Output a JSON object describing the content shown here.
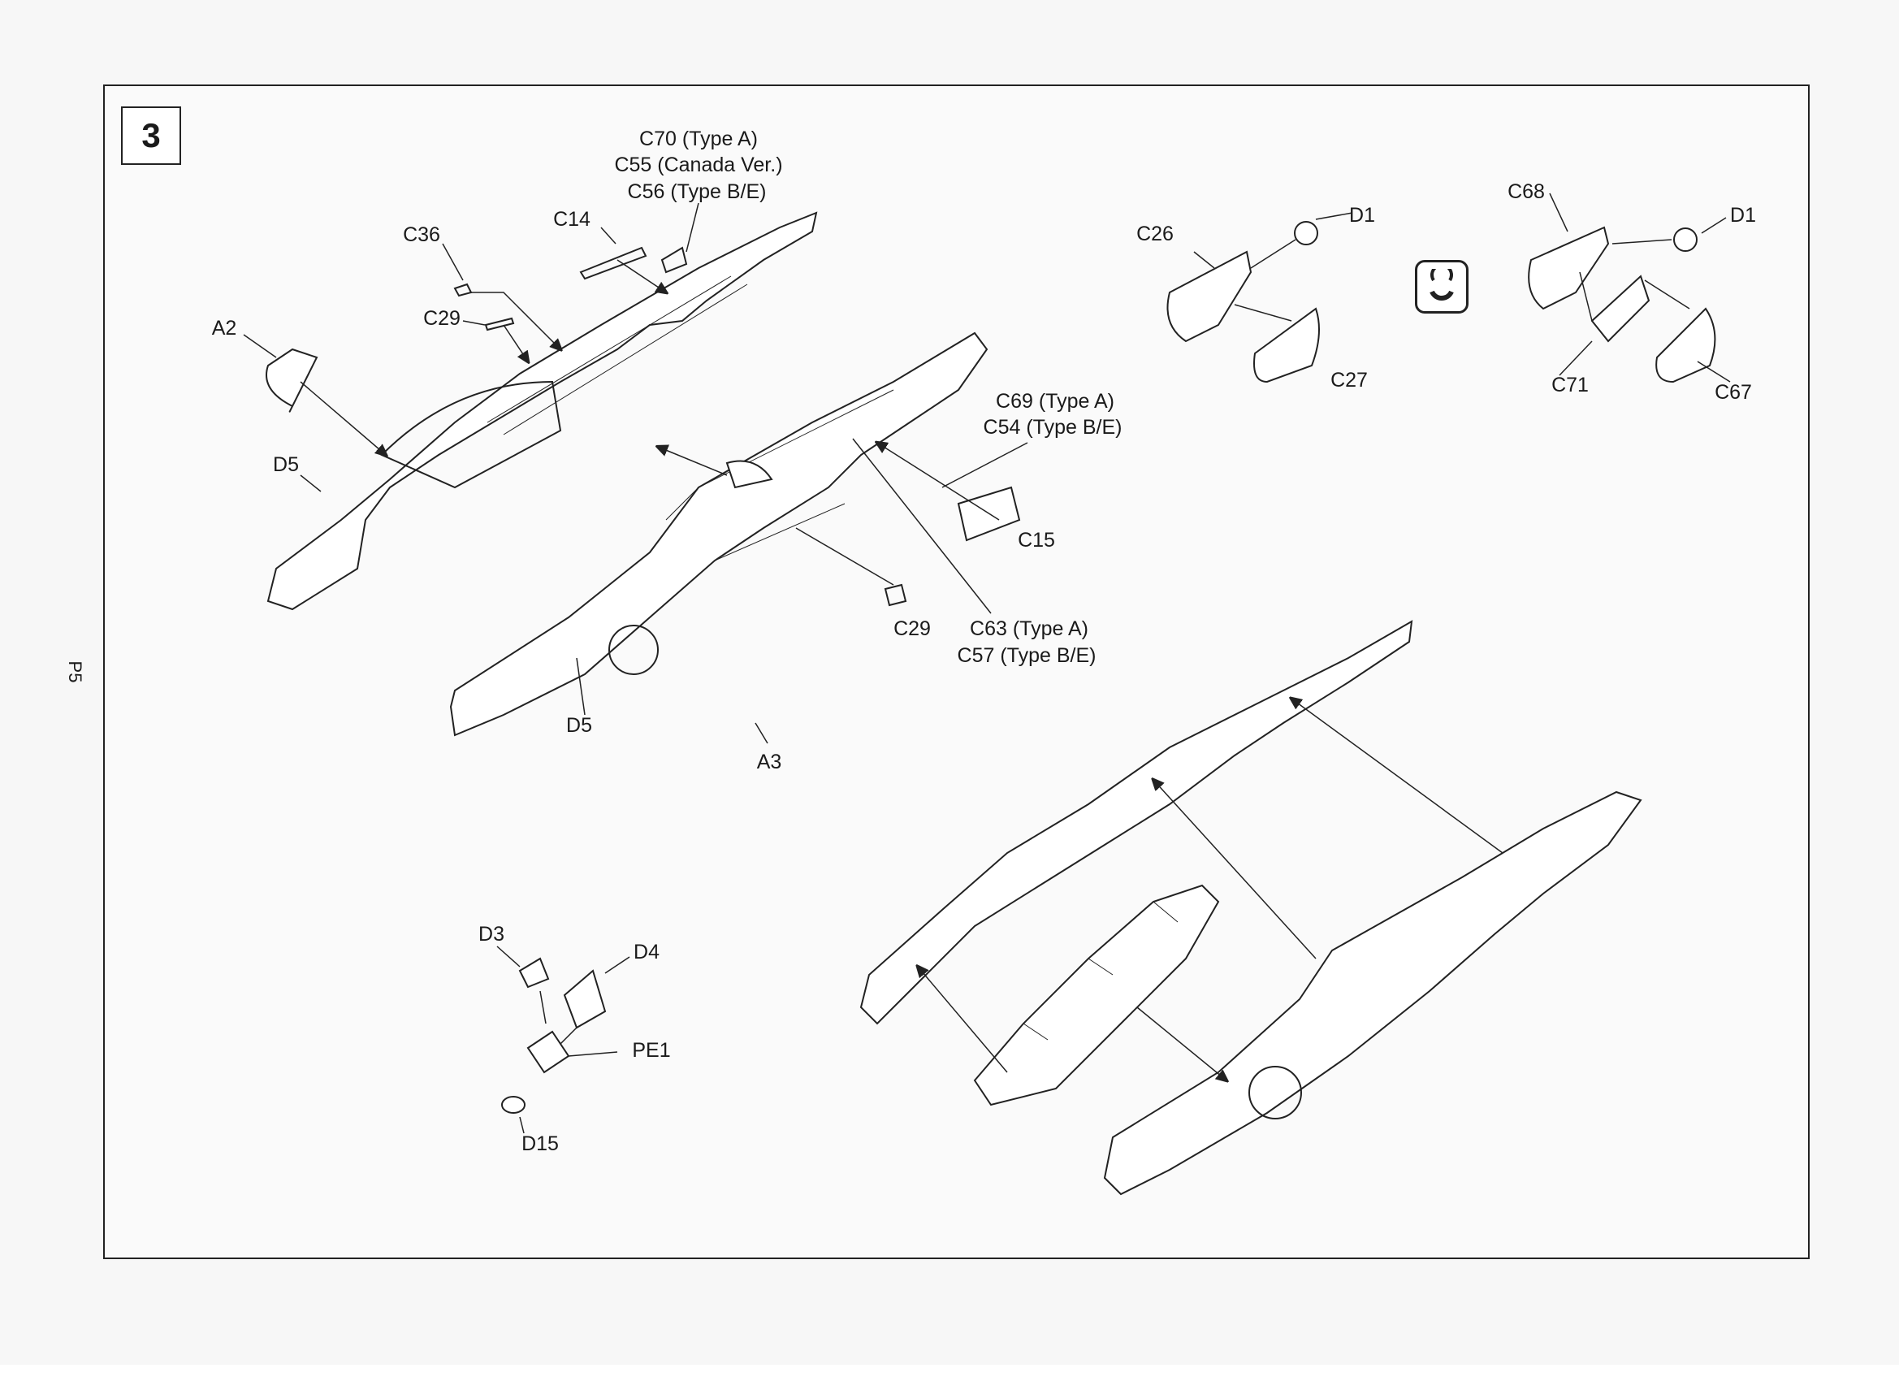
{
  "step_number": "3",
  "page_label": "P5",
  "flip_icon": "rotate-flip-icon",
  "labels": {
    "c70": "C70 (Type A)",
    "c55": "C55 (Canada Ver.)",
    "c56": "C56 (Type B/E)",
    "c14": "C14",
    "c36": "C36",
    "c29_top": "C29",
    "a2": "A2",
    "d5_left": "D5",
    "c69": "C69 (Type A)",
    "c54": "C54 (Type B/E)",
    "c15": "C15",
    "c29_mid": "C29",
    "c63": "C63 (Type A)",
    "c57": "C57 (Type B/E)",
    "d5_mid": "D5",
    "a3": "A3",
    "c26": "C26",
    "d1_left": "D1",
    "c27": "C27",
    "c68": "C68",
    "d1_right": "D1",
    "c71": "C71",
    "c67": "C67",
    "d3": "D3",
    "d4": "D4",
    "pe1": "PE1",
    "d15": "D15"
  }
}
